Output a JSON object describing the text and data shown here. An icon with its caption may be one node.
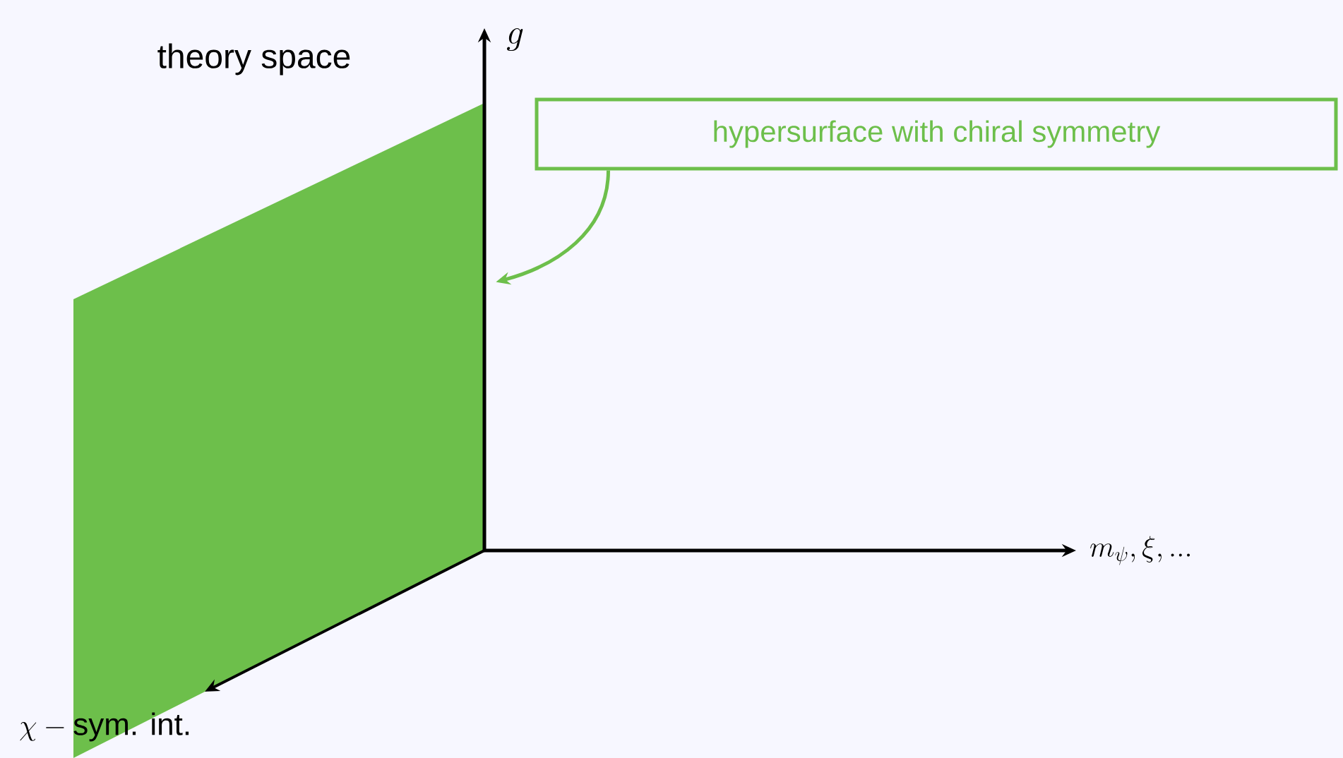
{
  "diagram": {
    "nodes": [
      {
        "text": [
          "hypersurface with chiral symmetry"
        ]
      },
      {
        "text": [],
        "shape": "plane"
      }
    ],
    "edges": [
      {
        "from": 0,
        "to": 1,
        "arrow": "to",
        "color": "#6dbf4b"
      }
    ],
    "labels": [
      "theory space",
      "g",
      "m_{\\psi}, \\xi, ...",
      "\\chi-\\text{sym. int.}"
    ]
  }
}
